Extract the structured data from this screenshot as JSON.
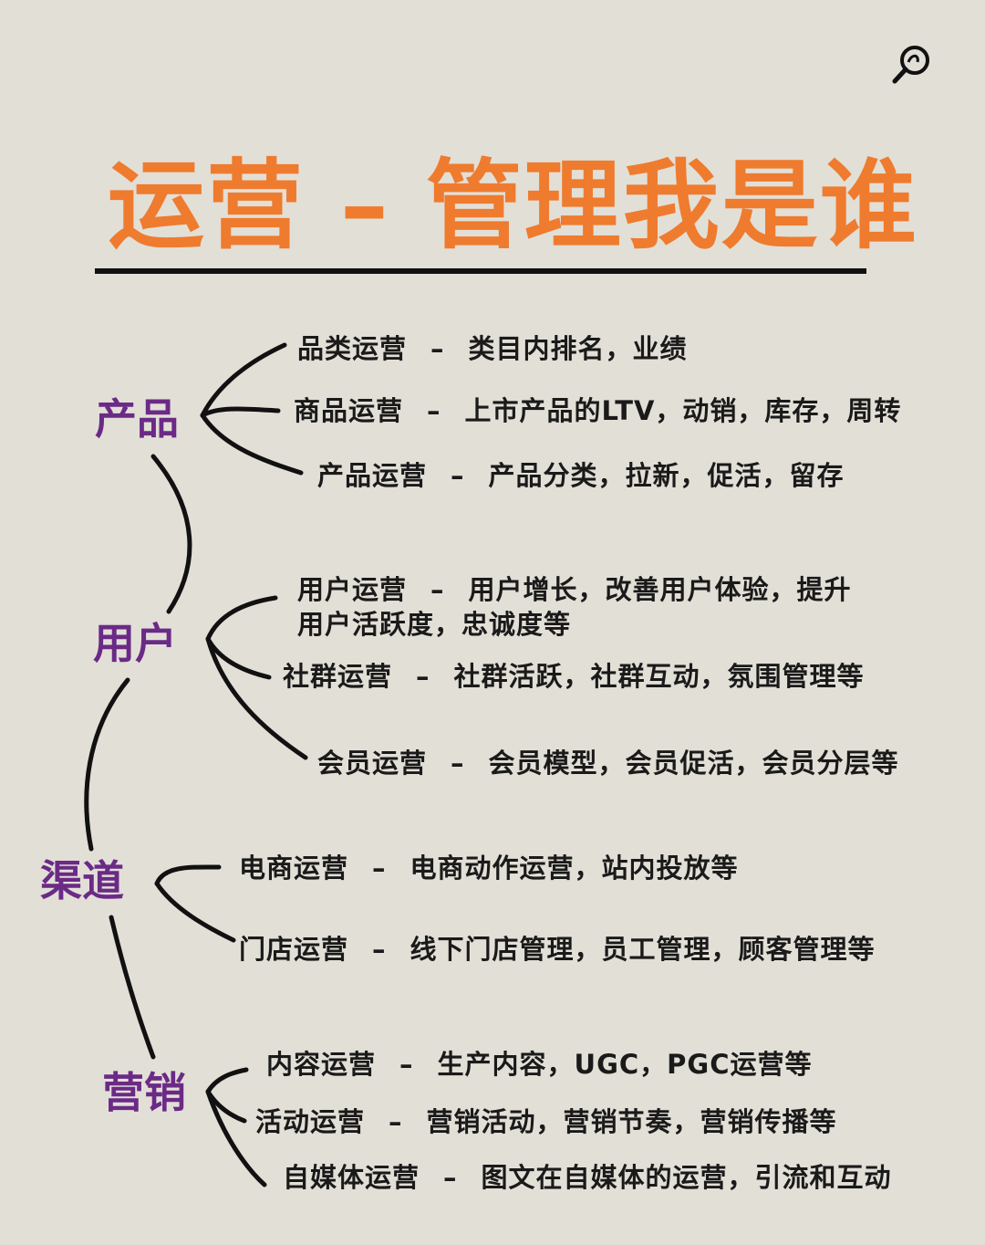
{
  "title": "运营 – 管理我是谁",
  "colors": {
    "title": "#ef7b2e",
    "category": "#6b2a86",
    "text": "#1a1a1a",
    "background": "#e2dfd7"
  },
  "logo_icon": "magnifier-icon",
  "categories": [
    {
      "label": "产品",
      "items": [
        {
          "key": "品类运营",
          "dash": "–",
          "desc": "类目内排名，业绩"
        },
        {
          "key": "商品运营",
          "dash": "–",
          "desc": "上市产品的LTV，动销，库存，周转"
        },
        {
          "key": "产品运营",
          "dash": "–",
          "desc": "产品分类，拉新，促活，留存"
        }
      ]
    },
    {
      "label": "用户",
      "items": [
        {
          "key": "用户运营",
          "dash": "–",
          "desc": "用户增长，改善用户体验，提升用户活跃度，忠诚度等"
        },
        {
          "key": "社群运营",
          "dash": "–",
          "desc": "社群活跃，社群互动，氛围管理等"
        },
        {
          "key": "会员运营",
          "dash": "–",
          "desc": "会员模型，会员促活，会员分层等"
        }
      ]
    },
    {
      "label": "渠道",
      "items": [
        {
          "key": "电商运营",
          "dash": "–",
          "desc": "电商动作运营，站内投放等"
        },
        {
          "key": "门店运营",
          "dash": "–",
          "desc": "线下门店管理，员工管理，顾客管理等"
        }
      ]
    },
    {
      "label": "营销",
      "items": [
        {
          "key": "内容运营",
          "dash": "–",
          "desc": "生产内容，UGC，PGC运营等"
        },
        {
          "key": "活动运营",
          "dash": "–",
          "desc": "营销活动，营销节奏，营销传播等"
        },
        {
          "key": "自媒体运营",
          "dash": "–",
          "desc": "图文在自媒体的运营，引流和互动"
        }
      ]
    }
  ]
}
